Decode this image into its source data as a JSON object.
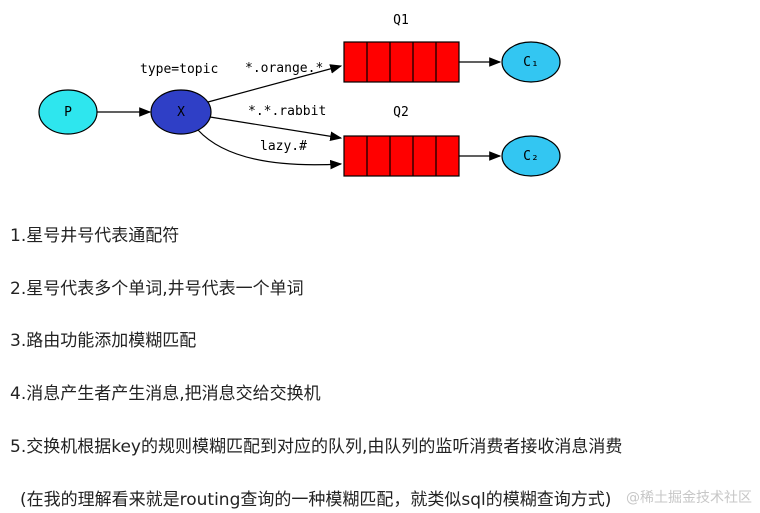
{
  "diagram": {
    "exchange_type": "type=topic",
    "producer": "P",
    "exchange": "X",
    "queue1": "Q1",
    "queue2": "Q2",
    "consumer1": "C₁",
    "consumer2": "C₂",
    "binding1": "*.orange.*",
    "binding2": "*.*.rabbit",
    "binding3": "lazy.#",
    "colors": {
      "producer": "#2ee6ee",
      "exchange": "#2f3fc6",
      "queue": "#ff0000",
      "consumer": "#33c6f2"
    }
  },
  "notes": [
    "1.星号井号代表通配符",
    "2.星号代表多个单词,井号代表一个单词",
    "3.路由功能添加模糊匹配",
    "4.消息产生者产生消息,把消息交给交换机",
    "5.交换机根据key的规则模糊匹配到对应的队列,由队列的监听消费者接收消息消费",
    " (在我的理解看来就是routing查询的一种模糊匹配，就类似sql的模糊查询方式)"
  ],
  "watermark": "@稀土掘金技术社区"
}
